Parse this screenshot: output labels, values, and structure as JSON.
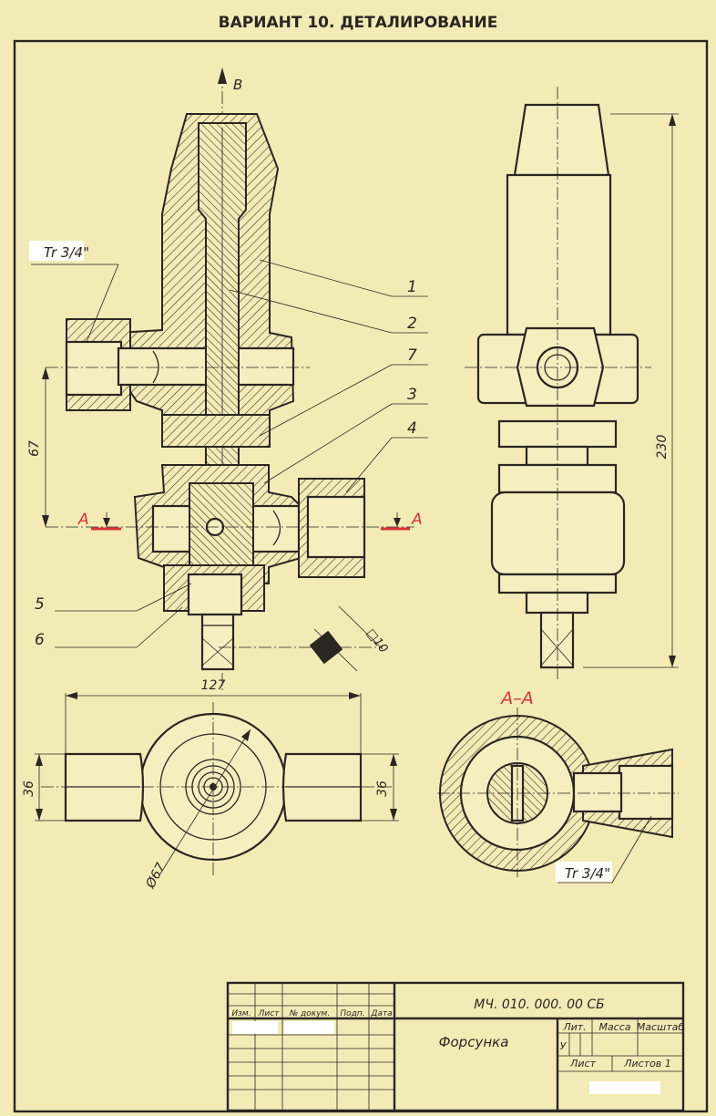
{
  "title": "ВАРИАНТ 10. ДЕТАЛИРОВАНИЕ",
  "labels": {
    "direction_b": "B",
    "thread_top": "Tr 3/4\"",
    "thread_bottom": "Tr 3/4\"",
    "parts": [
      "1",
      "2",
      "7",
      "3",
      "4",
      "5",
      "6"
    ],
    "section_marker": "A",
    "section_title": "А–А",
    "square": "□10"
  },
  "dimensions": {
    "dim_67": "67",
    "dim_230": "230",
    "dim_127": "127",
    "dim_36_left": "36",
    "dim_36_right": "36",
    "dim_dia67": "Ø67"
  },
  "title_block": {
    "doc_code": "МЧ. 010. 000. 00 СБ",
    "name": "Форсунка",
    "headers": [
      "Изм.",
      "Лист",
      "№ докум.",
      "Подп.",
      "Дата"
    ],
    "lit": "Лит.",
    "mass": "Масса",
    "scale": "Масштаб",
    "lit_value": "У",
    "sheet": "Лист",
    "sheets": "Листов 1"
  },
  "colors": {
    "paper": "#f3ebb6",
    "ink": "#2a2622",
    "section_red": "#d8343b"
  }
}
